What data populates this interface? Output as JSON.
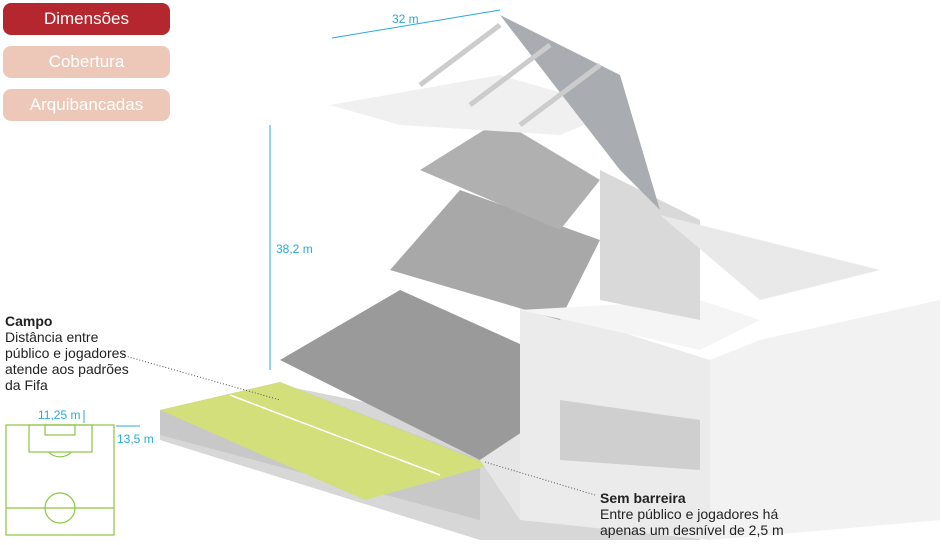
{
  "tabs": [
    {
      "label": "Dimensões",
      "active": true
    },
    {
      "label": "Cobertura",
      "active": false
    },
    {
      "label": "Arquibancadas",
      "active": false
    }
  ],
  "dimensions": {
    "roof_width": "32 m",
    "height": "38,2 m",
    "goal_area": "11,25 m",
    "side_distance": "13,5 m"
  },
  "annotations": {
    "field": {
      "title": "Campo",
      "text": "Distância entre público e jogadores atende aos padrões da Fifa"
    },
    "barrier": {
      "title": "Sem barreira",
      "text": "Entre público e jogadores há apenas um desnível  de 2,5 m"
    }
  },
  "colors": {
    "accent": "#b5272f",
    "inactive": "#edc8b8",
    "dimension": "#29a8e0",
    "grass": "#d3df7a"
  }
}
